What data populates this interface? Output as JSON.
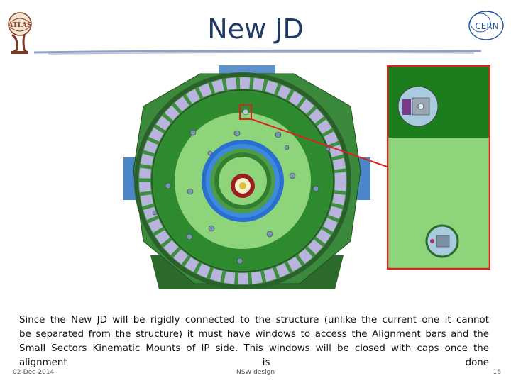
{
  "slide": {
    "title": "New JD",
    "body": "Since the New JD will be rigidly connected to the structure (unlike the current one it cannot be separated from the structure) it must have windows to access the Alignment bars and the Small Sectors Kinematic Mounts of IP side. This windows will be closed with caps once the alignment is done"
  },
  "logos": {
    "left": "atlas-logo",
    "left_text": "ATLAS",
    "right": "cern-logo",
    "right_text": "CERN"
  },
  "footer": {
    "date": "02-Dec-2014",
    "center": "NSW design",
    "page": "16"
  },
  "colors": {
    "title": "#1f3864",
    "dark_green": "#2d7a2d",
    "light_green": "#8ed47a",
    "blue_ring": "#2a6fd0",
    "highlight_red": "#e02020",
    "lavender_sector": "#b8b4de"
  }
}
